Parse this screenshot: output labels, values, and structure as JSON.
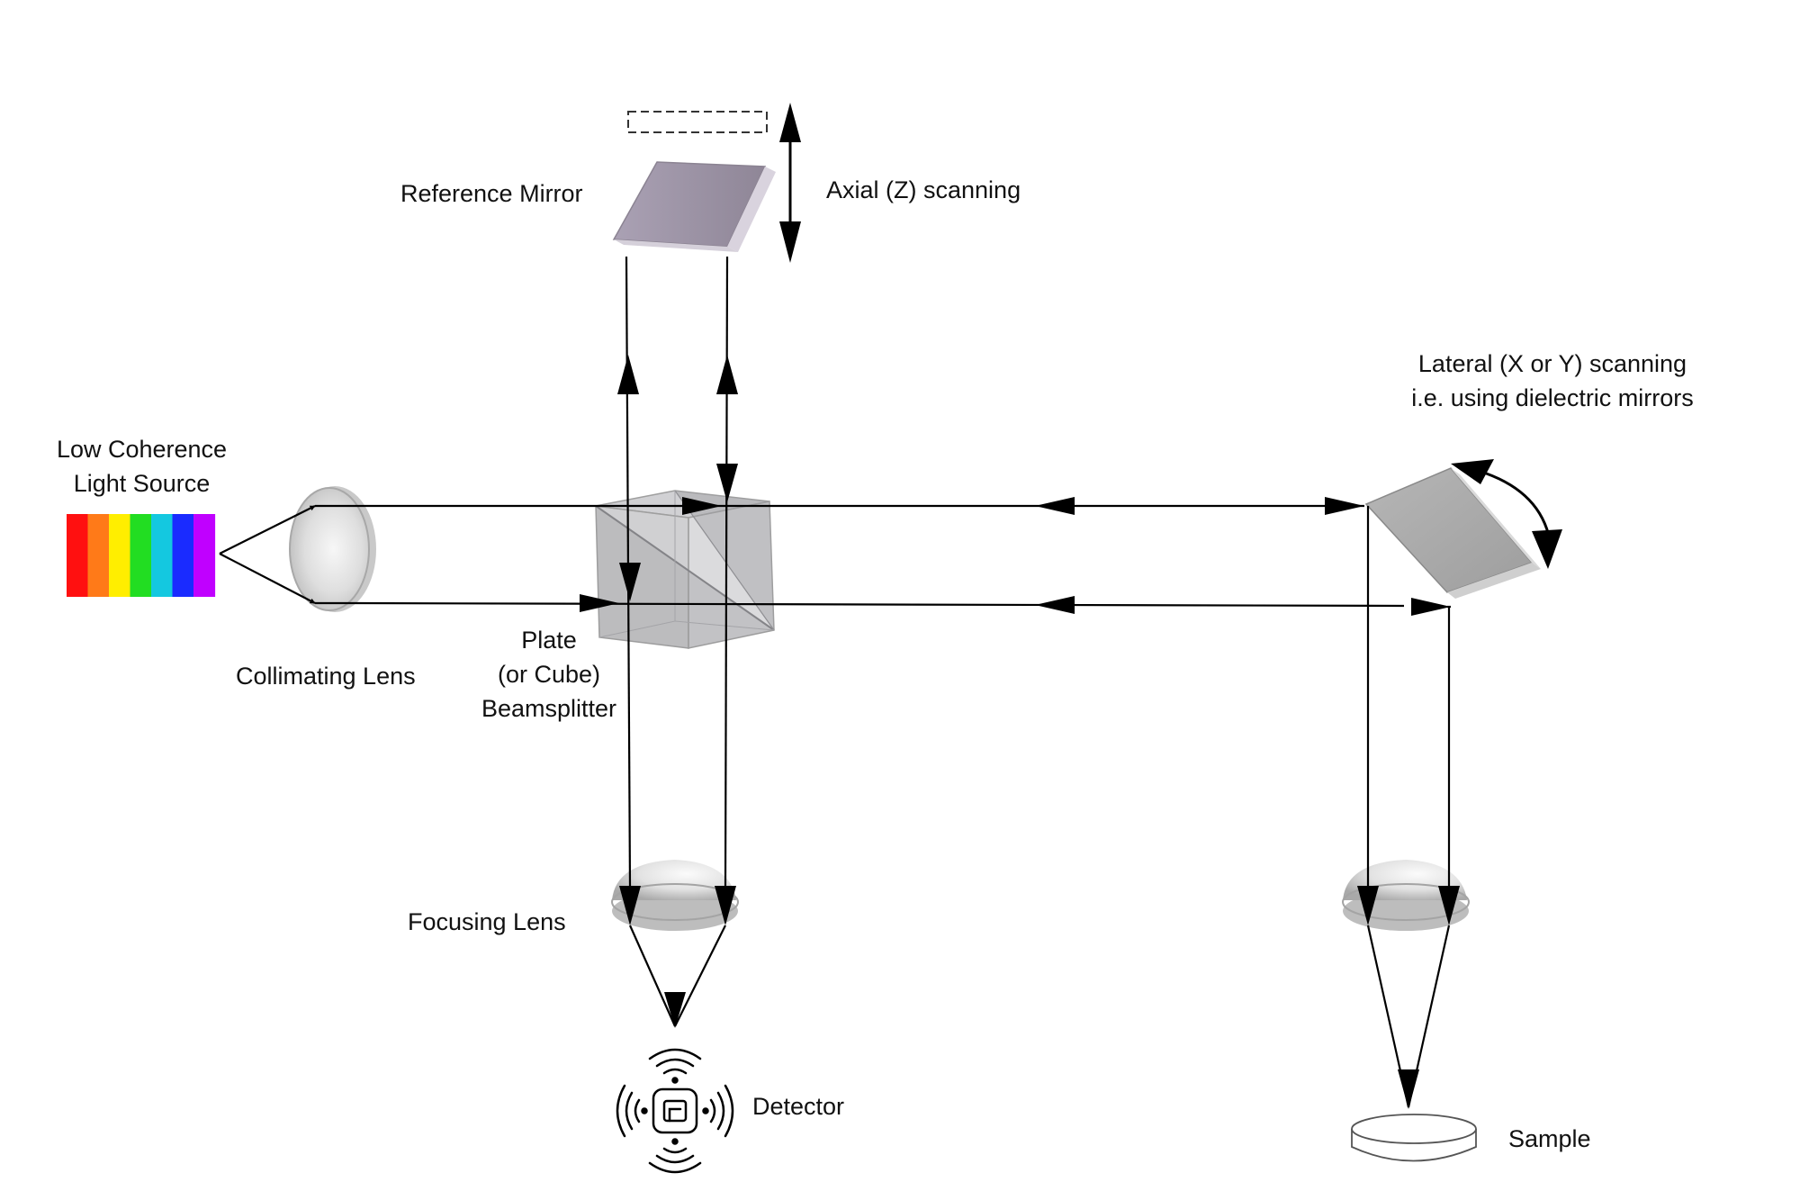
{
  "labels": {
    "reference_mirror": "Reference Mirror",
    "axial_scanning": "Axial (Z) scanning",
    "lateral_scanning_line1": "Lateral (X or Y) scanning",
    "lateral_scanning_line2": "i.e. using dielectric mirrors",
    "light_source_line1": "Low Coherence",
    "light_source_line2": "Light Source",
    "collimating_lens": "Collimating Lens",
    "beamsplitter_line1": "Plate",
    "beamsplitter_line2": "(or Cube)",
    "beamsplitter_line3": "Beamsplitter",
    "focusing_lens": "Focusing Lens",
    "detector": "Detector",
    "sample": "Sample"
  },
  "spectrum_colors": [
    "#ff1010",
    "#ff7a18",
    "#ffee00",
    "#22dd22",
    "#14c8e0",
    "#1a2bff",
    "#c000ff"
  ],
  "icons": {
    "light_source": "spectrum-bar-icon",
    "detector": "wireless-sensor-icon",
    "axial_arrow": "double-arrow-vertical-icon",
    "lateral_arrow": "curved-double-arrow-icon"
  },
  "colors": {
    "mirror": "#9d93a6",
    "glass": "#c8c8cc",
    "ray": "#000000"
  }
}
